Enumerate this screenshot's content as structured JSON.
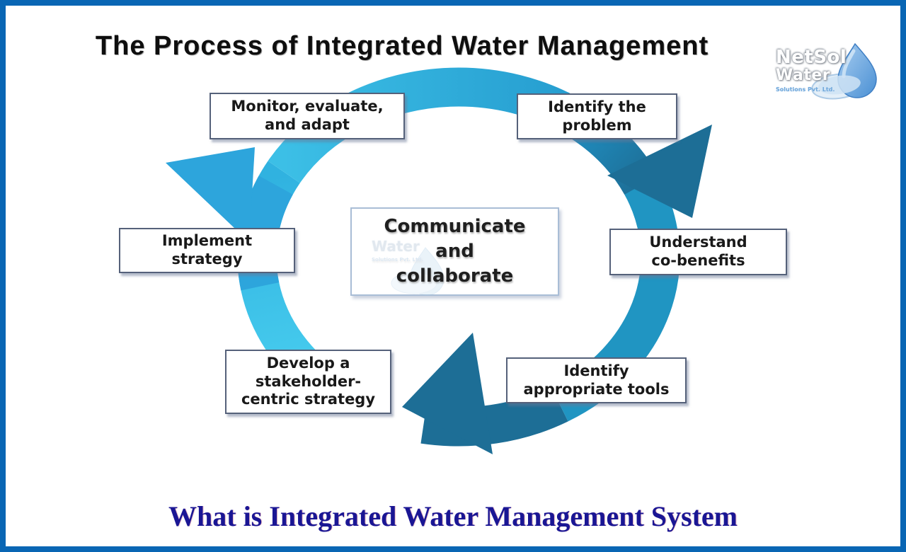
{
  "title": "The Process of Integrated Water Management",
  "caption": "What is Integrated Water Management System",
  "center_box": {
    "label": "Communicate\nand\ncollaborate"
  },
  "boxes": [
    {
      "id": "monitor-evaluate-adapt",
      "label": "Monitor, evaluate,\nand adapt"
    },
    {
      "id": "identify-problem",
      "label": "Identify the\nproblem"
    },
    {
      "id": "understand-co-benefits",
      "label": "Understand\nco-benefits"
    },
    {
      "id": "identify-appropriate-tools",
      "label": "Identify\nappropriate tools"
    },
    {
      "id": "develop-stakeholder-strategy",
      "label": "Develop a\nstakeholder-\ncentric strategy"
    },
    {
      "id": "implement-strategy",
      "label": "Implement\nstrategy"
    }
  ],
  "logo": {
    "name": "NetSol",
    "word": "Water",
    "tagline": "Solutions Pvt. Ltd."
  },
  "colors": {
    "frame": "#0966b4",
    "ring_cyan": "#41c8eb",
    "ring_blue": "#2da5dc",
    "ring_teal": "#2095c2",
    "arrow_dark": "#1d6e96",
    "caption_text": "#1a1694",
    "logo_drop": "#5b9bd5"
  }
}
